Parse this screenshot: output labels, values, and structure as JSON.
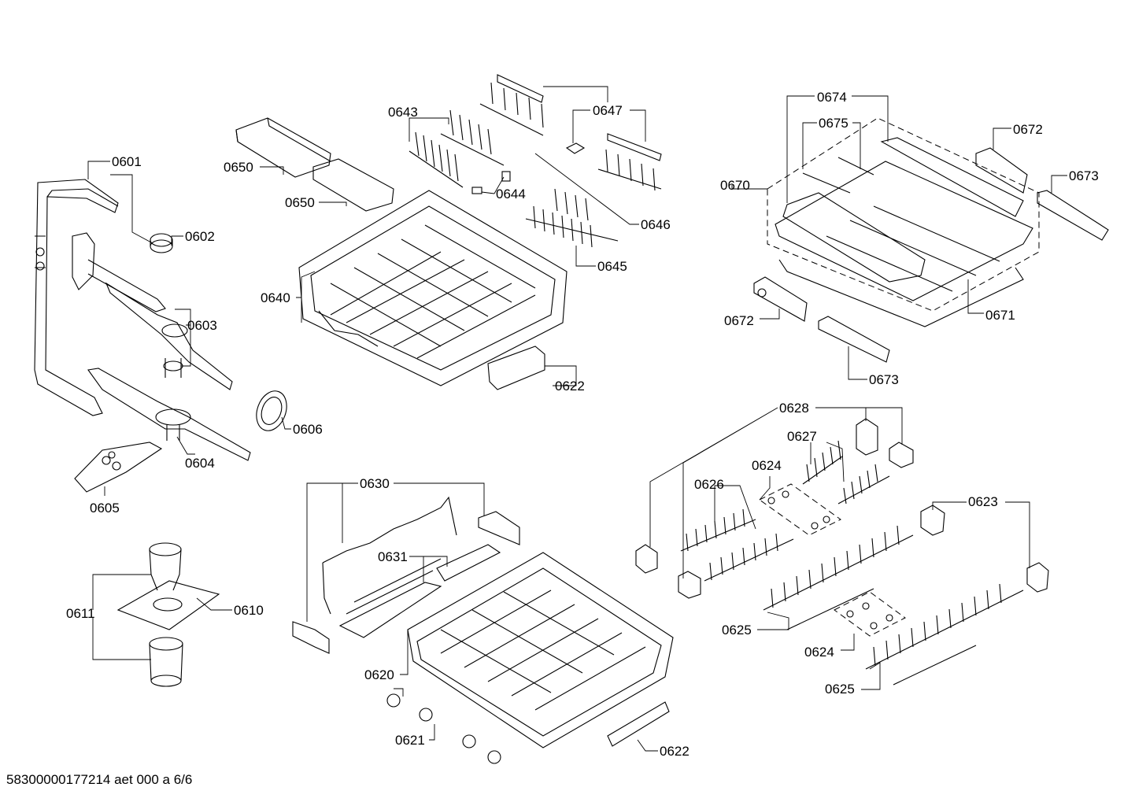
{
  "diagram": {
    "footer_id": "58300000177214 aet 000 a 6/6",
    "callouts": [
      {
        "id": "c0601",
        "text": "0601"
      },
      {
        "id": "c0602",
        "text": "0602"
      },
      {
        "id": "c0603",
        "text": "0603"
      },
      {
        "id": "c0604",
        "text": "0604"
      },
      {
        "id": "c0605",
        "text": "0605"
      },
      {
        "id": "c0606",
        "text": "0606"
      },
      {
        "id": "c0610",
        "text": "0610"
      },
      {
        "id": "c0611",
        "text": "0611"
      },
      {
        "id": "c0620",
        "text": "0620"
      },
      {
        "id": "c0621",
        "text": "0621"
      },
      {
        "id": "c0622a",
        "text": "0622"
      },
      {
        "id": "c0622b",
        "text": "0622"
      },
      {
        "id": "c0623",
        "text": "0623"
      },
      {
        "id": "c0624a",
        "text": "0624"
      },
      {
        "id": "c0624b",
        "text": "0624"
      },
      {
        "id": "c0625a",
        "text": "0625"
      },
      {
        "id": "c0625b",
        "text": "0625"
      },
      {
        "id": "c0626",
        "text": "0626"
      },
      {
        "id": "c0627",
        "text": "0627"
      },
      {
        "id": "c0628",
        "text": "0628"
      },
      {
        "id": "c0630",
        "text": "0630"
      },
      {
        "id": "c0631",
        "text": "0631"
      },
      {
        "id": "c0640",
        "text": "0640"
      },
      {
        "id": "c0643",
        "text": "0643"
      },
      {
        "id": "c0644",
        "text": "0644"
      },
      {
        "id": "c0645",
        "text": "0645"
      },
      {
        "id": "c0646",
        "text": "0646"
      },
      {
        "id": "c0647",
        "text": "0647"
      },
      {
        "id": "c0650a",
        "text": "0650"
      },
      {
        "id": "c0650b",
        "text": "0650"
      },
      {
        "id": "c0670",
        "text": "0670"
      },
      {
        "id": "c0671",
        "text": "0671"
      },
      {
        "id": "c0672a",
        "text": "0672"
      },
      {
        "id": "c0672b",
        "text": "0672"
      },
      {
        "id": "c0673a",
        "text": "0673"
      },
      {
        "id": "c0673b",
        "text": "0673"
      },
      {
        "id": "c0674",
        "text": "0674"
      },
      {
        "id": "c0675",
        "text": "0675"
      }
    ]
  }
}
